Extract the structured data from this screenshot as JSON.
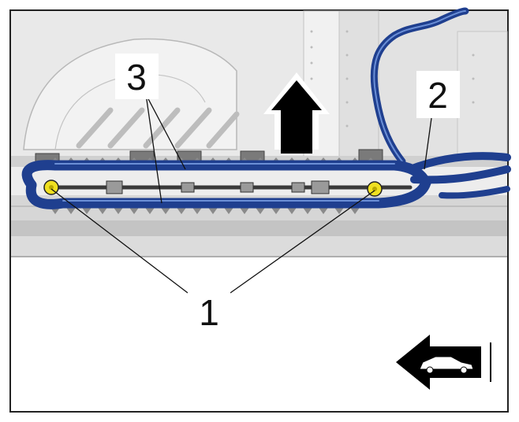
{
  "callouts": [
    {
      "id": "c1",
      "text": "1"
    },
    {
      "id": "c2",
      "text": "2"
    },
    {
      "id": "c3",
      "text": "3"
    }
  ],
  "icons": {
    "up_arrow": "up-arrow-icon",
    "vehicle_direction": "car-direction-arrow-icon",
    "fastener": "bolt-icon"
  },
  "colors": {
    "harness": "#1f3f8f",
    "harness_highlight": "#6b8fd6",
    "bolt": "#f0e020",
    "panel": "#e6e6e6",
    "sill": "#c9c9c9",
    "frame": "#222222",
    "arrow": "#000000"
  }
}
